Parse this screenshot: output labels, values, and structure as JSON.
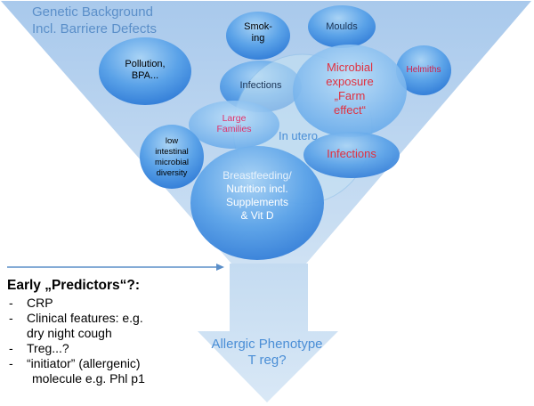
{
  "diagram": {
    "title_lines": [
      "Genetic Background",
      "Incl. Barriere Defects"
    ],
    "bubbles": {
      "smoking": [
        "Smok-",
        "ing"
      ],
      "moulds": [
        "Moulds"
      ],
      "pollution": [
        "Pollution,",
        "BPA..."
      ],
      "infections_top": [
        "Infections"
      ],
      "microbial": [
        "Microbial",
        "exposure",
        "„Farm",
        "effect“"
      ],
      "helmiths": [
        "Helmiths"
      ],
      "large_families": [
        "Large",
        "Families"
      ],
      "in_utero": [
        "In utero"
      ],
      "low_diversity": [
        "low",
        "intestinal",
        "microbial",
        "diversity"
      ],
      "infections_right": [
        "Infections"
      ],
      "breastfeeding": [
        "Breastfeeding/",
        "Nutrition incl.",
        "Supplements",
        "& Vit D"
      ]
    },
    "outcome_lines": [
      "Allergic Phenotype",
      "T reg?"
    ]
  },
  "predictors": {
    "heading": "Early „Predictors“?:",
    "items": [
      {
        "text": "CRP"
      },
      {
        "text": "Clinical features: e.g.",
        "sub": "dry night cough"
      },
      {
        "text": "Treg...?"
      },
      {
        "text": "“initiator” (allergenic)",
        "sub": "molecule e.g. Phl p1"
      }
    ]
  },
  "colors": {
    "funnel": "#b5d0ec",
    "bubble_dark": "#2f7ad6",
    "bubble_light": "#a9d3f5",
    "microbial_text": "#e0303f",
    "helmiths_text": "#d0204a",
    "large_families_text": "#e0306a",
    "title_text": "#5b8fc9",
    "in_utero_text": "#4a8ed6",
    "outcome_text": "#4a8ed6"
  }
}
